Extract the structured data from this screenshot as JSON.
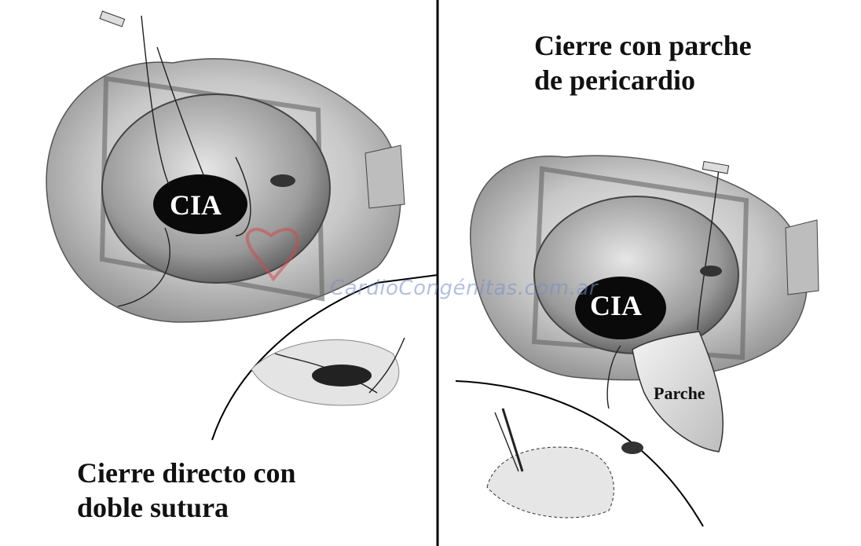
{
  "left_panel": {
    "caption_line1": "Cierre directo con",
    "caption_line2": "doble sutura",
    "defect_label": "CIA"
  },
  "right_panel": {
    "caption_line1": "Cierre con parche",
    "caption_line2": "de pericardio",
    "defect_label": "CIA",
    "patch_label": "Parche"
  },
  "watermark": {
    "text": "CardioCongénitas.com.ar",
    "color": "#d04a4a"
  }
}
